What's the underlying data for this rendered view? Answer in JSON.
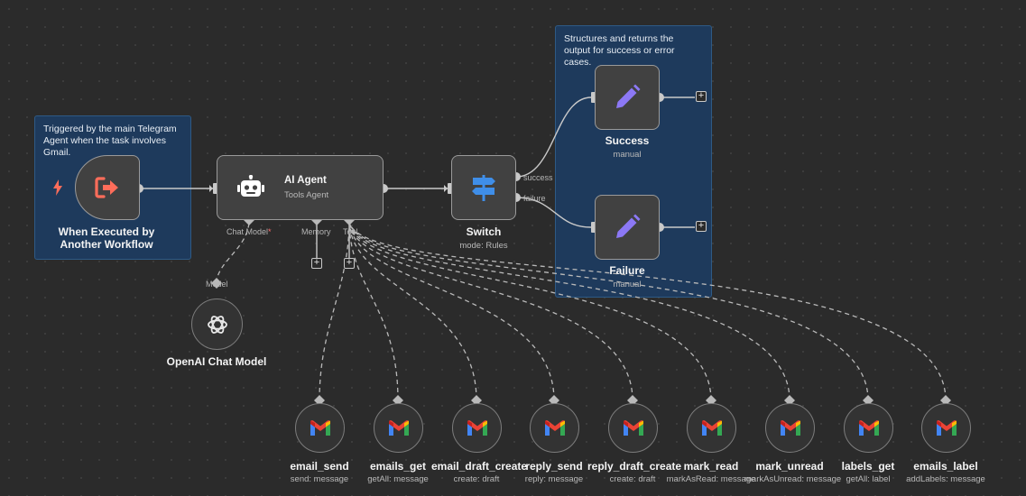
{
  "stickies": {
    "trigger_note": "Triggered by the main Telegram Agent when the task involves Gmail.",
    "output_note": "Structures and returns the output for success or error cases."
  },
  "nodes": {
    "trigger": {
      "title": "When Executed by Another Workflow",
      "icon": "sign-out-icon"
    },
    "agent": {
      "title": "AI Agent",
      "subtitle": "Tools Agent",
      "icon": "robot-icon"
    },
    "switch": {
      "title": "Switch",
      "subtitle": "mode: Rules",
      "icon": "signpost-icon"
    },
    "success": {
      "title": "Success",
      "subtitle": "manual",
      "icon": "pencil-icon"
    },
    "failure": {
      "title": "Failure",
      "subtitle": "manual",
      "icon": "pencil-icon"
    },
    "openai": {
      "title": "OpenAI Chat Model",
      "icon": "openai-icon"
    }
  },
  "ports": {
    "chat_model": "Chat Model",
    "memory": "Memory",
    "tool": "Tool",
    "model": "Model",
    "success": "success",
    "failure": "failure"
  },
  "tools": [
    {
      "title": "email_send",
      "subtitle": "send: message"
    },
    {
      "title": "emails_get",
      "subtitle": "getAll: message"
    },
    {
      "title": "email_draft_create",
      "subtitle": "create: draft"
    },
    {
      "title": "reply_send",
      "subtitle": "reply: message"
    },
    {
      "title": "reply_draft_create",
      "subtitle": "create: draft"
    },
    {
      "title": "mark_read",
      "subtitle": "markAsRead: message"
    },
    {
      "title": "mark_unread",
      "subtitle": "markAsUnread: message"
    },
    {
      "title": "labels_get",
      "subtitle": "getAll: label"
    },
    {
      "title": "emails_label",
      "subtitle": "addLabels: message"
    }
  ],
  "colors": {
    "canvas": "#2b2b2b",
    "sticky": "#1e3a5c",
    "trigger_icon": "#ff6d5a",
    "action_icon": "#8c78f5",
    "switch_icon": "#3f8ee8",
    "required": "#ff6d6d",
    "connection": "#c9c9c9"
  }
}
